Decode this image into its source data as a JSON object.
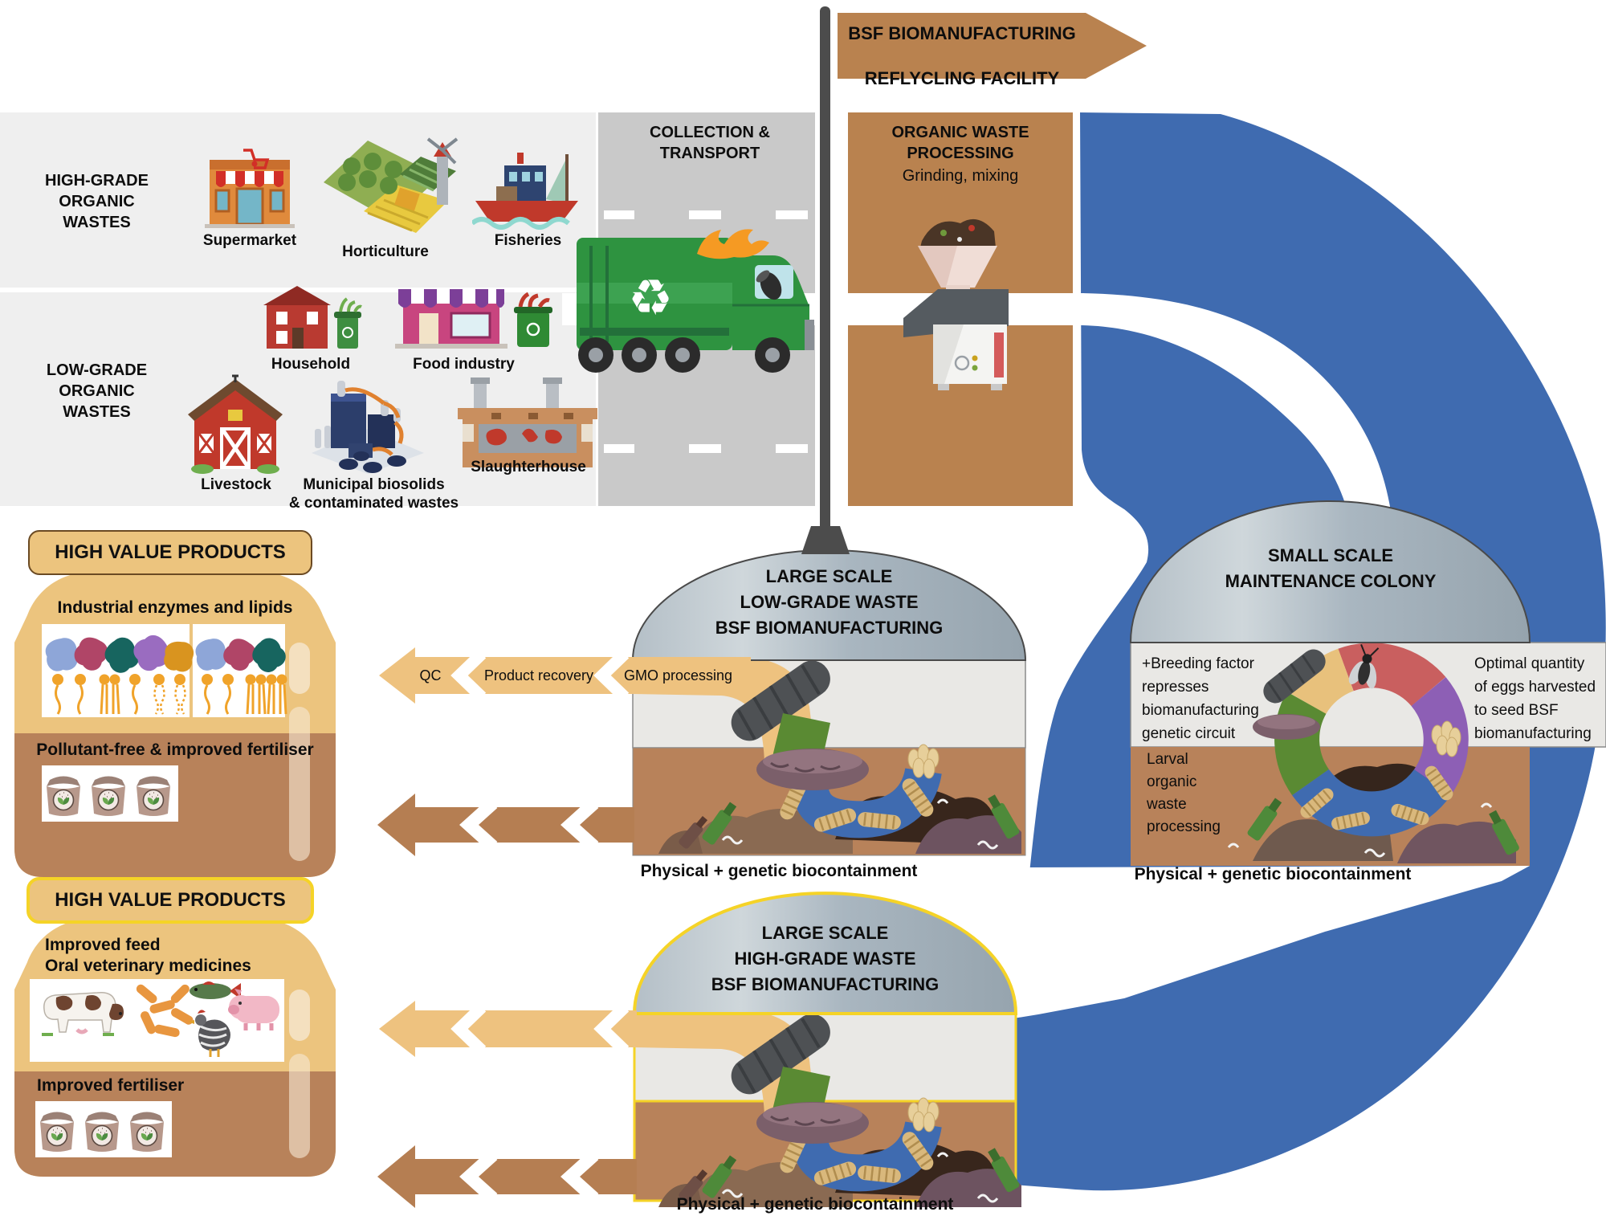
{
  "banner": {
    "line1": "BSF BIOMANUFACTURING",
    "line2": "REFLYCLING FACILITY"
  },
  "sections": {
    "high_grade": {
      "label": "HIGH-GRADE\nORGANIC\nWASTES",
      "sources": [
        {
          "name": "supermarket",
          "label": "Supermarket"
        },
        {
          "name": "horticulture",
          "label": "Horticulture"
        },
        {
          "name": "fisheries",
          "label": "Fisheries"
        }
      ]
    },
    "low_grade": {
      "label": "LOW-GRADE\nORGANIC\nWASTES",
      "sources": [
        {
          "name": "household",
          "label": "Household"
        },
        {
          "name": "food-industry",
          "label": "Food industry"
        },
        {
          "name": "livestock",
          "label": "Livestock"
        },
        {
          "name": "municipal-biosolids",
          "label": "Municipal biosolids\n& contaminated wastes"
        },
        {
          "name": "slaughterhouse",
          "label": "Slaughterhouse"
        }
      ]
    },
    "collection": {
      "label": "COLLECTION &\nTRANSPORT"
    },
    "processing": {
      "label": "ORGANIC WASTE\nPROCESSING",
      "sublabel": "Grinding, mixing"
    }
  },
  "domes": {
    "maintenance": {
      "title": "SMALL SCALE\nMAINTENANCE COLONY",
      "note_left": "+Breeding factor\nrepresses\nbiomanufacturing\ngenetic circuit",
      "note_right": "Optimal quantity\nof eggs harvested\nto seed BSF\nbiomanufacturing",
      "note_ground": "Larval\norganic\nwaste\nprocessing"
    },
    "low_grade": {
      "title": "LARGE SCALE\nLOW-GRADE WASTE\nBSF BIOMANUFACTURING"
    },
    "high_grade": {
      "title": "LARGE SCALE\nHIGH-GRADE WASTE\nBSF BIOMANUFACTURING"
    }
  },
  "captions": {
    "biocontainment": "Physical + genetic biocontainment"
  },
  "process_arrows": {
    "qc": "QC",
    "product_recovery": "Product recovery",
    "gmo_processing": "GMO processing"
  },
  "products": {
    "enzymes_box": {
      "header": "HIGH VALUE PRODUCTS",
      "item1": "Industrial enzymes and lipids",
      "item2": "Pollutant-free & improved fertiliser"
    },
    "feed_box": {
      "header": "HIGH VALUE PRODUCTS",
      "item1": "Improved feed\nOral veterinary medicines",
      "item2": "Improved fertiliser",
      "highlighted": true
    }
  },
  "icons": {
    "recycle": "♻"
  },
  "lifecycle_ring": {
    "segments": [
      {
        "name": "fly-stage",
        "color": "#c95f5f"
      },
      {
        "name": "pupa-stage",
        "color": "#e8c17c"
      },
      {
        "name": "larva-stage",
        "color": "#5a8a33"
      },
      {
        "name": "waste-processing-stage",
        "color": "#3f6bb0"
      },
      {
        "name": "egg-stage",
        "color": "#8d5fb5"
      }
    ]
  },
  "colors": {
    "flow_blue": "#3f6bb0",
    "waste_brown": "#b9824f",
    "ground_brown": "#b8825a",
    "tan_arrow": "#eec27f",
    "product_tan": "#ecc47e",
    "dome_shell": "#a9b6c0",
    "dome_interior": "#e9e8e5",
    "section_gray": "#efefef",
    "road_gray": "#c9c9c9",
    "highlight_yellow": "#f5d327",
    "truck_green": "#2e9340"
  }
}
